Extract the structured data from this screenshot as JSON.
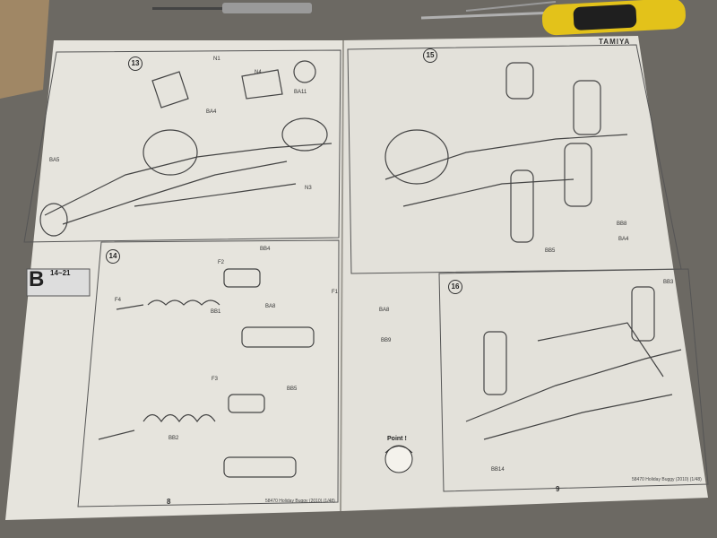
{
  "manual": {
    "left_page": {
      "page_number": "8",
      "footer": "58470 Holiday Buggy (2010) (1/48)",
      "step_b": {
        "letter": "B",
        "range_start": "14",
        "range_end": "21"
      },
      "steps": [
        "13",
        "14"
      ],
      "part_labels": [
        "N1",
        "N4",
        "N3",
        "F2",
        "F3",
        "F4",
        "F1",
        "BB4",
        "BB5",
        "BB2",
        "BA8",
        "BA11",
        "BA4",
        "BA5",
        "BB1"
      ],
      "point_callout": "Point !"
    },
    "right_page": {
      "page_number": "9",
      "header_brand": "TAMIYA",
      "footer": "58470 Holiday Buggy (2010) (1/48)",
      "steps": [
        "15",
        "16"
      ],
      "part_labels": [
        "BA8",
        "BB9",
        "BB5",
        "BB14",
        "BB8",
        "BB3",
        "BA4"
      ]
    }
  },
  "colors": {
    "desk": "#6b6862",
    "paper": "#e9e7e1",
    "ink": "#3a3a3a",
    "screwdriver_yellow": "#e3c21a"
  }
}
